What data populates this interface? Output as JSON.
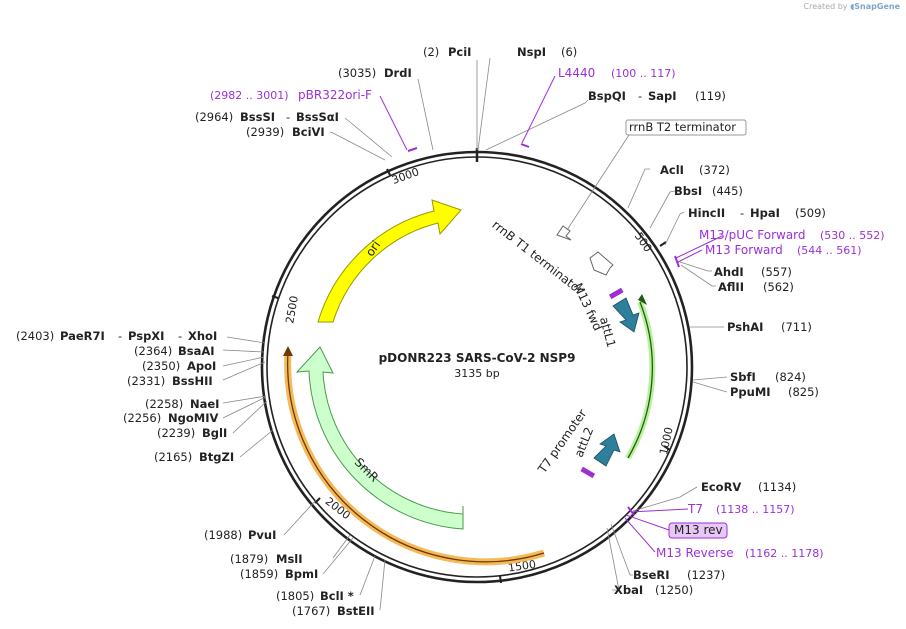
{
  "brand": {
    "created_by": "Created by",
    "name": "SnapGene"
  },
  "map": {
    "title": "pDONR223 SARS-CoV-2 NSP9",
    "length_label": "3135 bp"
  },
  "scale_ticks": [
    "500",
    "1000",
    "1500",
    "2000",
    "2500",
    "3000"
  ],
  "sites_top": [
    {
      "pos": "(2)",
      "name": "PciI"
    },
    {
      "pos": "(6)",
      "name": "NspI"
    },
    {
      "pos": "(3035)",
      "name": "DrdI"
    },
    {
      "pos": "(119)",
      "name": "BspQI",
      "name2": "SapI"
    },
    {
      "pos": "(2964)",
      "name": "BssSI",
      "name2": "BssSαI"
    },
    {
      "pos": "(2939)",
      "name": "BciVI"
    }
  ],
  "sites_right": [
    {
      "pos": "(372)",
      "name": "AclI"
    },
    {
      "pos": "(445)",
      "name": "BbsI"
    },
    {
      "pos": "(509)",
      "name": "HincII",
      "name2": "HpaI"
    },
    {
      "pos": "(557)",
      "name": "AhdI"
    },
    {
      "pos": "(562)",
      "name": "AflII"
    },
    {
      "pos": "(711)",
      "name": "PshAI"
    },
    {
      "pos": "(824)",
      "name": "SbfI"
    },
    {
      "pos": "(825)",
      "name": "PpuMI"
    },
    {
      "pos": "(1134)",
      "name": "EcoRV"
    },
    {
      "pos": "(1237)",
      "name": "BseRI"
    },
    {
      "pos": "(1250)",
      "name": "XbaI"
    }
  ],
  "sites_left": [
    {
      "pos": "(2403)",
      "name": "PaeR7I",
      "name2": "PspXI",
      "name3": "XhoI"
    },
    {
      "pos": "(2364)",
      "name": "BsaAI"
    },
    {
      "pos": "(2350)",
      "name": "ApoI"
    },
    {
      "pos": "(2331)",
      "name": "BssHII"
    },
    {
      "pos": "(2258)",
      "name": "NaeI"
    },
    {
      "pos": "(2256)",
      "name": "NgoMIV"
    },
    {
      "pos": "(2239)",
      "name": "BglI"
    },
    {
      "pos": "(2165)",
      "name": "BtgZI"
    },
    {
      "pos": "(1988)",
      "name": "PvuI"
    },
    {
      "pos": "(1879)",
      "name": "MslI"
    },
    {
      "pos": "(1859)",
      "name": "BpmI"
    },
    {
      "pos": "(1805)",
      "name": "BclI *"
    },
    {
      "pos": "(1767)",
      "name": "BstEII"
    }
  ],
  "primers": [
    {
      "name": "pBR322ori-F",
      "range": "(2982 .. 3001)"
    },
    {
      "name": "L4440",
      "range": "(100 .. 117)"
    },
    {
      "name": "M13/pUC Forward",
      "range": "(530 .. 552)"
    },
    {
      "name": "M13 Forward",
      "range": "(544 .. 561)"
    },
    {
      "name": "T7",
      "range": "(1138 .. 1157)"
    },
    {
      "name": "M13 rev",
      "range": ""
    },
    {
      "name": "M13 Reverse",
      "range": "(1162 .. 1178)"
    }
  ],
  "features": {
    "rrnB_T2": "rrnB T2 terminator",
    "rrnB_T1": "rrnB T1 terminator",
    "M13_fwd": "M13 fwd",
    "attL1": "attL1",
    "attL2": "attL2",
    "T7_promoter": "T7 promoter",
    "ori": "ori",
    "SmR": "SmR"
  },
  "colors": {
    "backbone": "#222222",
    "enzyme_line": "#888888",
    "primer": "#9b30d9",
    "ori": "#ffff00",
    "ori_stroke": "#9a9a00",
    "smr": "#ccffcc",
    "smr_stroke": "#4a9a4a",
    "orf_orange": "#f6b95a",
    "orf_green": "#7ed957",
    "att": "#2e7f9a",
    "m13_box": "#e8c6f5"
  }
}
